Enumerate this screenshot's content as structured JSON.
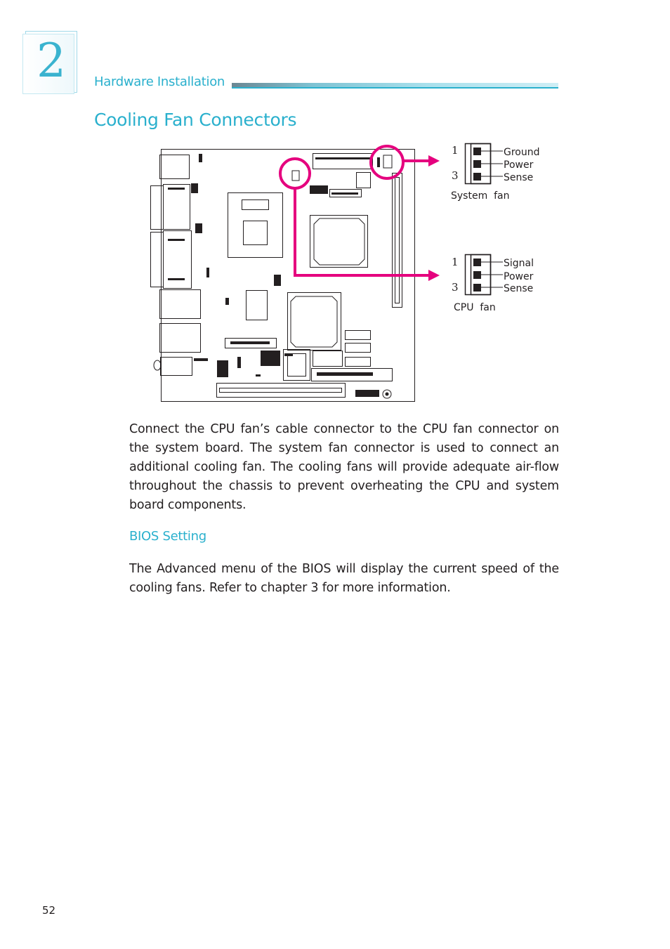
{
  "chapter": {
    "number": "2",
    "section": "Hardware Installation"
  },
  "title": "Cooling Fan Connectors",
  "diagram": {
    "system_fan": {
      "title": "System  fan",
      "pin_first": "1",
      "pin_last": "3",
      "pins": [
        "Ground",
        "Power",
        "Sense"
      ]
    },
    "cpu_fan": {
      "title": "CPU  fan",
      "pin_first": "1",
      "pin_last": "3",
      "pins": [
        "Signal",
        "Power",
        "Sense"
      ]
    },
    "highlight_color": "#e5007e"
  },
  "body": {
    "paragraph1": "Connect the CPU fan’s cable connector to the CPU fan connector on the system board. The system fan connector is used to connect an additional cooling fan. The cooling fans will provide adequate air-flow throughout the chassis to prevent overheating the CPU and system board components.",
    "subheading": "BIOS Setting",
    "paragraph2": "The Advanced menu of the BIOS will display the current speed of the cooling fans. Refer to chapter 3 for more information."
  },
  "page_number": "52"
}
